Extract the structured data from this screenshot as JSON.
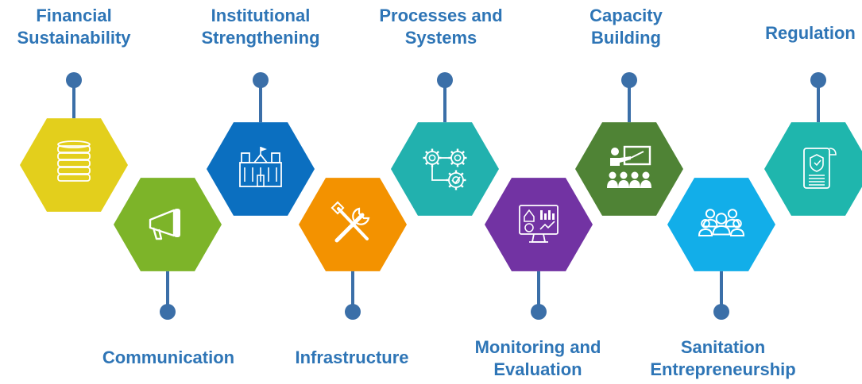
{
  "diagram": {
    "connector_color": "#3b6fa8",
    "label_color": "#2e75b6",
    "steps": [
      {
        "label_lines": [
          "Financial",
          "Sustainability"
        ],
        "color": "#e3cf1c",
        "icon": "coins-icon",
        "position": "top"
      },
      {
        "label_lines": [
          "Communication"
        ],
        "color": "#7db429",
        "icon": "megaphone-icon",
        "position": "bottom"
      },
      {
        "label_lines": [
          "Institutional",
          "Strengthening"
        ],
        "color": "#0b6fc0",
        "icon": "building-icon",
        "position": "top"
      },
      {
        "label_lines": [
          "Infrastructure"
        ],
        "color": "#f39200",
        "icon": "tools-icon",
        "position": "bottom"
      },
      {
        "label_lines": [
          "Processes and",
          "Systems"
        ],
        "color": "#22b1ae",
        "icon": "process-gears-icon",
        "position": "top"
      },
      {
        "label_lines": [
          "Monitoring and",
          "Evaluation"
        ],
        "color": "#7233a3",
        "icon": "monitor-dashboard-icon",
        "position": "bottom"
      },
      {
        "label_lines": [
          "Capacity",
          "Building"
        ],
        "color": "#4f8335",
        "icon": "presentation-icon",
        "position": "top"
      },
      {
        "label_lines": [
          "Sanitation",
          "Entrepreneurship"
        ],
        "color": "#12aee9",
        "icon": "people-group-icon",
        "position": "bottom"
      },
      {
        "label_lines": [
          "Regulation"
        ],
        "color": "#1fb6ad",
        "icon": "document-shield-icon",
        "position": "top"
      }
    ]
  }
}
